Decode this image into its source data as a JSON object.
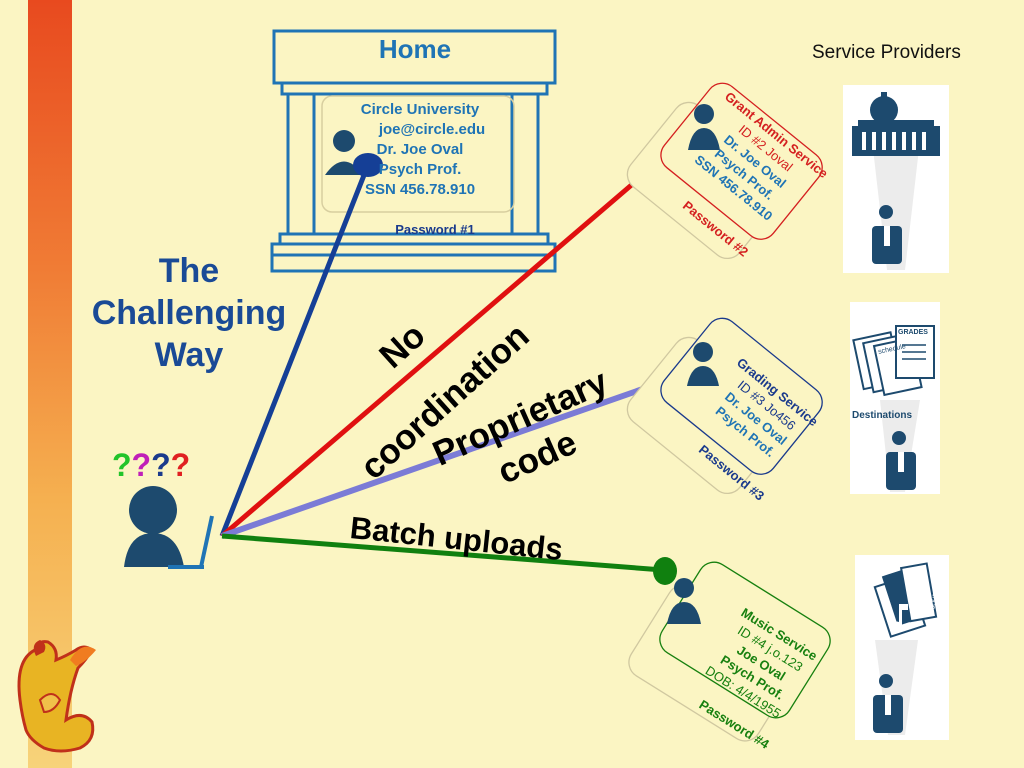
{
  "home": {
    "title": "Home",
    "lines": [
      "Circle University",
      "joe@circle.edu",
      "Dr. Joe Oval",
      "Psych Prof.",
      "SSN 456.78.910"
    ],
    "password": "Password #1"
  },
  "service_providers_label": "Service Providers",
  "title_lines": [
    "The",
    "Challenging",
    "Way"
  ],
  "question_marks": [
    {
      "char": "?",
      "color": "#22c42a"
    },
    {
      "char": "?",
      "color": "#c020b8"
    },
    {
      "char": "?",
      "color": "#1a3a8c"
    },
    {
      "char": "?",
      "color": "#e02020"
    }
  ],
  "connection_labels": {
    "no": "No",
    "coordination": "coordination",
    "proprietary": "Proprietary",
    "code": "code",
    "batch": "Batch uploads"
  },
  "services": [
    {
      "name": "Grant Admin Service",
      "lines": [
        "ID #2 Joval",
        "Dr. Joe Oval",
        "Psych Prof.",
        "SSN 456.78.910"
      ],
      "password": "Password #2",
      "color": "#d42020"
    },
    {
      "name": "Grading Service",
      "lines": [
        "ID #3 Jo456",
        "Dr. Joe Oval",
        "Psych Prof."
      ],
      "password": "Password #3",
      "color": "#1a3a8c"
    },
    {
      "name": "Music Service",
      "lines": [
        "ID #4 j.o.123",
        "Joe Oval",
        "Psych Prof.",
        "DOB: 4/4/1955"
      ],
      "password": "Password #4",
      "color": "#17800f"
    }
  ],
  "destinations_label": "Destinations",
  "grades_label": "GRADES",
  "schedule_label": "schedule",
  "journal_label": "JOURNAL",
  "colors": {
    "background": "#fbf5c3",
    "home_blue": "#1f74b5",
    "line_blue": "#153f96",
    "line_red": "#e01010",
    "line_purple": "#7b7bd6",
    "line_green": "#10800f",
    "person": "#1d4a6e"
  },
  "icons": [
    "person-icon",
    "laptop-icon",
    "capitol-building-icon",
    "documents-icon",
    "music-journal-icon",
    "griffin-logo"
  ]
}
